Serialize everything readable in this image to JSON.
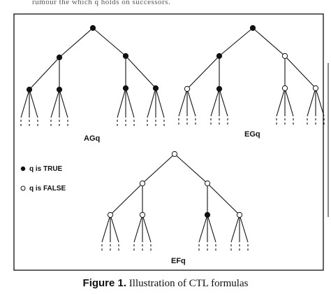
{
  "page": {
    "top_fragment": "rumour the which q holds on successors."
  },
  "trees": [
    {
      "label": "AGq",
      "nodes": [
        "T",
        "T",
        "T",
        "T",
        "T",
        "T",
        "T"
      ]
    },
    {
      "label": "EGq",
      "nodes": [
        "T",
        "T",
        "F",
        "F",
        "T",
        "F",
        "F"
      ]
    },
    {
      "label": "EFq",
      "nodes": [
        "F",
        "F",
        "F",
        "F",
        "F",
        "T",
        "F"
      ]
    }
  ],
  "legend": {
    "true_label": "q is TRUE",
    "false_label": "q is FALSE"
  },
  "caption": {
    "figure_label": "Figure 1.",
    "text": " Illustration of CTL formulas"
  },
  "colors": {
    "filled_node": "#111111",
    "hollow_node": "#ffffff",
    "line": "#111111"
  }
}
